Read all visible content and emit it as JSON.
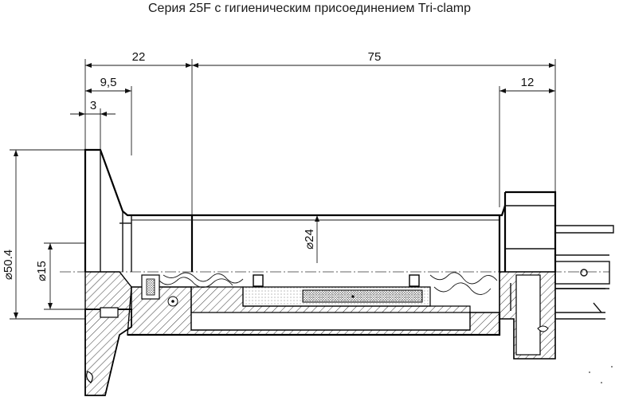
{
  "title": "Серия 25F с гигиеническим присоединением Tri-clamp",
  "dimensions": {
    "overall_left": "22",
    "overall_main": "75",
    "right_end": "12",
    "flange_step": "9,5",
    "flange_thickness": "3",
    "diameter_flange": "⌀50.4",
    "diameter_inner": "⌀15",
    "diameter_body": "⌀24"
  }
}
